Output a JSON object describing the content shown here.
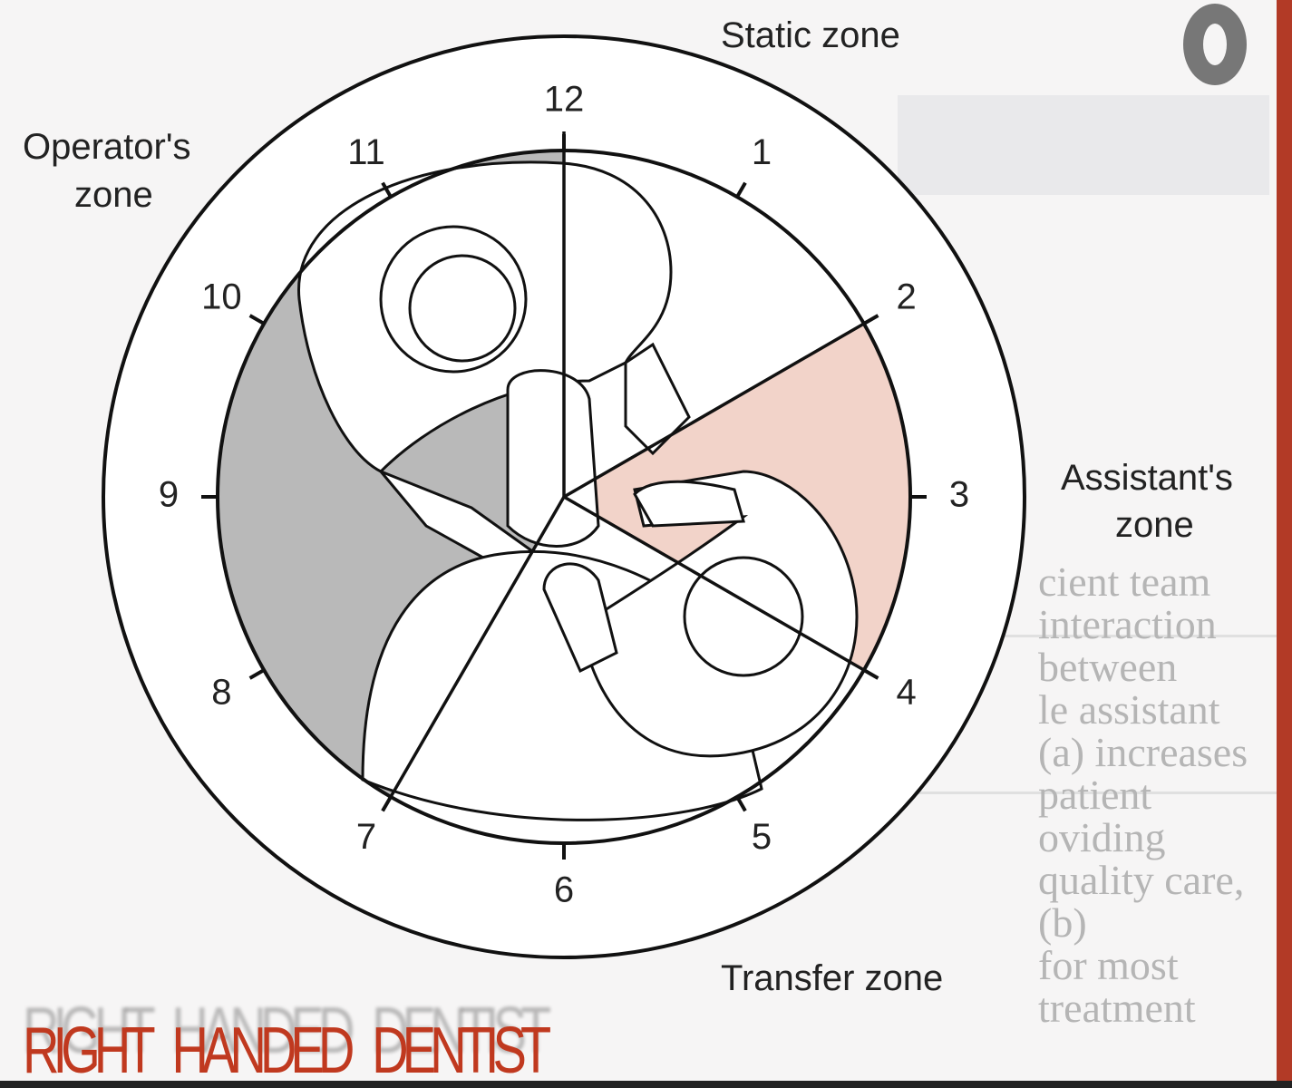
{
  "zones": {
    "static": "Static zone",
    "operator_line1": "Operator's",
    "operator_line2": "zone",
    "assistant_line1": "Assistant's",
    "assistant_line2": "zone",
    "transfer": "Transfer zone"
  },
  "clock_numbers": [
    "12",
    "1",
    "2",
    "3",
    "4",
    "5",
    "6",
    "7",
    "8",
    "9",
    "10",
    "11"
  ],
  "caption": "RIGHT   HANDED   DENTIST",
  "background_text": [
    "cient team interaction between",
    "le assistant (a) increases patient",
    "oviding quality care, (b)",
    "for most treatment"
  ],
  "colors": {
    "assistant_zone": "#f2d3c9",
    "operator_zone": "#b9b9b9",
    "caption": "#c0391f",
    "accent_bar": "#b23a26"
  }
}
